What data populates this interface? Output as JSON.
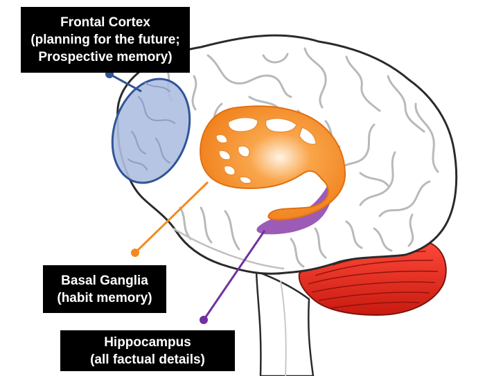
{
  "labels": {
    "frontal": {
      "lines": [
        "Frontal Cortex",
        "(planning for the future;",
        "Prospective memory)"
      ],
      "color": "#2f5597"
    },
    "basal": {
      "lines": [
        "Basal Ganglia",
        "(habit memory)"
      ],
      "color": "#f4891f"
    },
    "hippocampus": {
      "lines": [
        "Hippocampus",
        "(all factual details)"
      ],
      "color": "#7030a0"
    }
  },
  "colors": {
    "brain_fill": "#ffffff",
    "brain_outline": "#2a2a2a",
    "gyri_lines": "#b9b9b9",
    "frontal_fill": "#aebfe0",
    "cerebellum": "#e8251b",
    "basal_ganglia": "#f58a1f",
    "hippocampus": "#8e44ad"
  }
}
